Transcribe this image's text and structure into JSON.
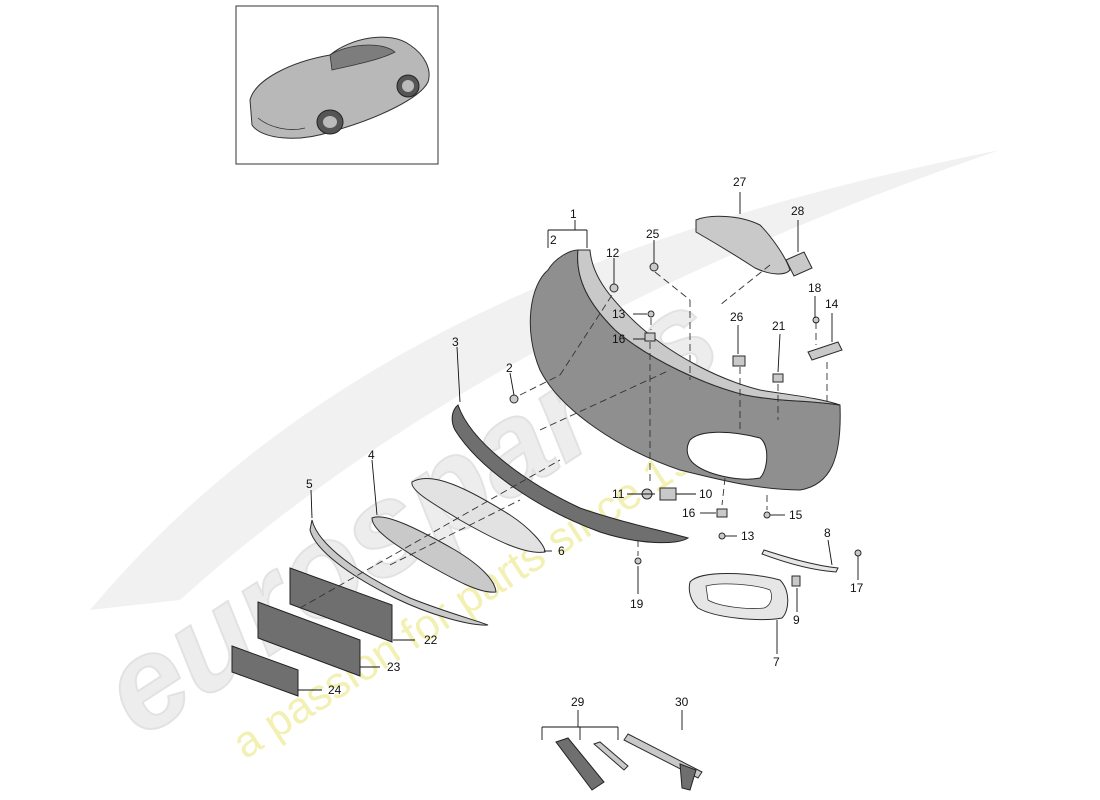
{
  "watermark": {
    "brand": "eurospares",
    "slogan": "a passion for parts since 1985"
  },
  "labels": {
    "n1": "1",
    "n2a": "2",
    "n2b": "2",
    "n3": "3",
    "n4": "4",
    "n5": "5",
    "n6": "6",
    "n7": "7",
    "n8": "8",
    "n9": "9",
    "n10": "10",
    "n11": "11",
    "n12": "12",
    "n13a": "13",
    "n13b": "13",
    "n14": "14",
    "n15": "15",
    "n16a": "16",
    "n16b": "16",
    "n17": "17",
    "n18": "18",
    "n19": "19",
    "n21": "21",
    "n22": "22",
    "n23": "23",
    "n24": "24",
    "n25": "25",
    "n26": "26",
    "n27": "27",
    "n28": "28",
    "n29": "29",
    "n30": "30"
  }
}
